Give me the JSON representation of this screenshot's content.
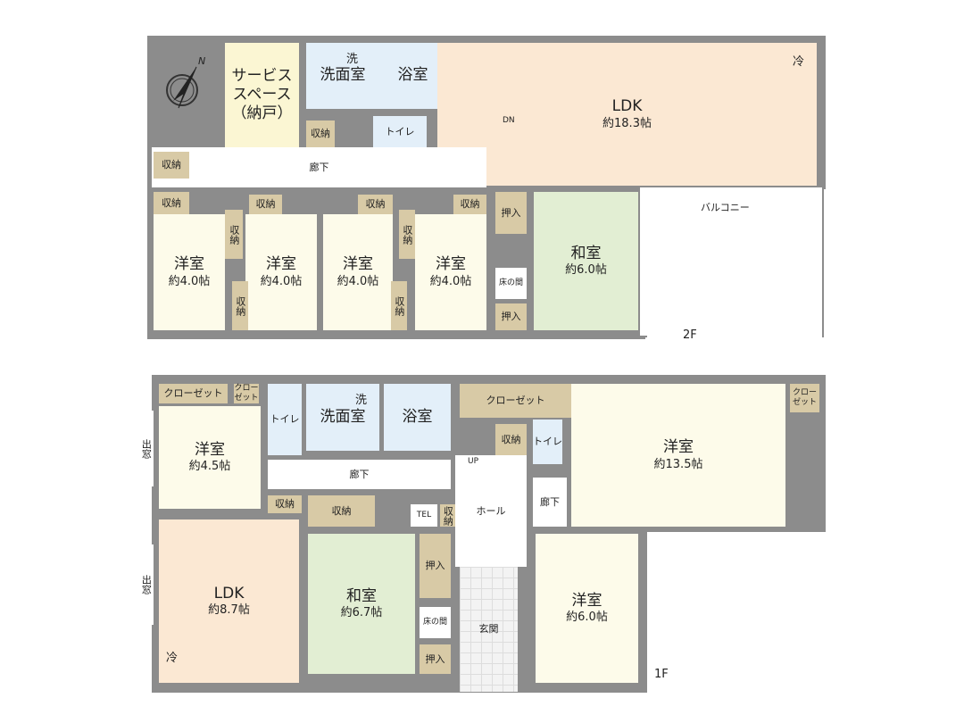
{
  "floors": {
    "2F": {
      "label": "2F",
      "rooms": [
        {
          "name": "サービス\nスペース\n（納戸）",
          "size": ""
        },
        {
          "name": "洗面室",
          "size": ""
        },
        {
          "name": "浴室",
          "size": ""
        },
        {
          "name": "LDK",
          "size": "約18.3帖"
        },
        {
          "name": "トイレ",
          "size": ""
        },
        {
          "name": "収納",
          "size": ""
        },
        {
          "name": "廊下",
          "size": ""
        },
        {
          "name": "収納",
          "size": ""
        },
        {
          "name": "収納",
          "size": ""
        },
        {
          "name": "洋室",
          "size": "約4.0帖"
        },
        {
          "name": "洋室",
          "size": "約4.0帖"
        },
        {
          "name": "洋室",
          "size": "約4.0帖"
        },
        {
          "name": "洋室",
          "size": "約4.0帖"
        },
        {
          "name": "収納",
          "size": ""
        },
        {
          "name": "収納",
          "size": ""
        },
        {
          "name": "収納",
          "size": ""
        },
        {
          "name": "収納",
          "size": ""
        },
        {
          "name": "収納",
          "size": ""
        },
        {
          "name": "収納",
          "size": ""
        },
        {
          "name": "収納",
          "size": ""
        },
        {
          "name": "押入",
          "size": ""
        },
        {
          "name": "床の間",
          "size": ""
        },
        {
          "name": "押入",
          "size": ""
        },
        {
          "name": "和室",
          "size": "約6.0帖"
        }
      ],
      "balcony": "バルコニー",
      "stairs": "DN",
      "laundry": "洗",
      "fridge": "冷"
    },
    "1F": {
      "label": "1F",
      "rooms": [
        {
          "name": "クローゼット",
          "size": ""
        },
        {
          "name": "クロー\nゼット",
          "size": ""
        },
        {
          "name": "洋室",
          "size": "約4.5帖"
        },
        {
          "name": "トイレ",
          "size": ""
        },
        {
          "name": "洗面室",
          "size": ""
        },
        {
          "name": "浴室",
          "size": ""
        },
        {
          "name": "廊下",
          "size": ""
        },
        {
          "name": "収納",
          "size": ""
        },
        {
          "name": "収納",
          "size": ""
        },
        {
          "name": "TEL",
          "size": ""
        },
        {
          "name": "収納",
          "size": ""
        },
        {
          "name": "クローゼット",
          "size": ""
        },
        {
          "name": "収納",
          "size": ""
        },
        {
          "name": "トイレ",
          "size": ""
        },
        {
          "name": "廊下",
          "size": ""
        },
        {
          "name": "ホール",
          "size": ""
        },
        {
          "name": "洋室",
          "size": "約13.5帖"
        },
        {
          "name": "クロー\nゼット",
          "size": ""
        },
        {
          "name": "LDK",
          "size": "約8.7帖"
        },
        {
          "name": "和室",
          "size": "約6.7帖"
        },
        {
          "name": "押入",
          "size": ""
        },
        {
          "name": "床の間",
          "size": ""
        },
        {
          "name": "押入",
          "size": ""
        },
        {
          "name": "玄関",
          "size": ""
        },
        {
          "name": "洋室",
          "size": "約6.0帖"
        },
        {
          "name": "出窓",
          "size": ""
        },
        {
          "name": "出窓",
          "size": ""
        }
      ],
      "stairs": "UP",
      "laundry": "洗",
      "fridge": "冷"
    }
  },
  "compass": {
    "label": "N"
  },
  "colors": {
    "wall": "#8c8c8c",
    "western_room": "#fdfbea",
    "ldk": "#fbe8d3",
    "wet_area": "#e3eff9",
    "storage": "#d8caa6",
    "japanese_room": "#e2eed3"
  }
}
